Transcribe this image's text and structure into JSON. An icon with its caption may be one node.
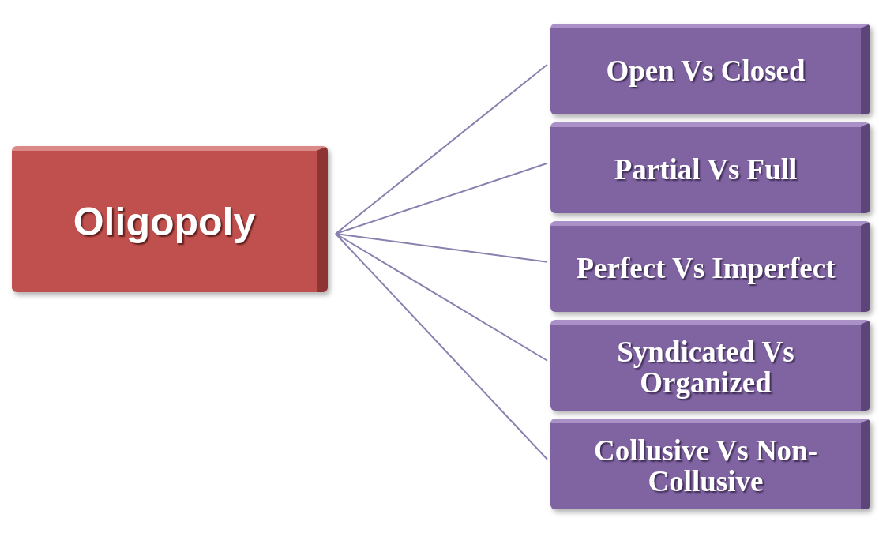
{
  "diagram": {
    "nodes": [
      {
        "text": [
          "Oligopoly"
        ]
      },
      {
        "text": [
          "Open Vs Closed"
        ]
      },
      {
        "text": [
          "Partial Vs Full"
        ]
      },
      {
        "text": [
          "Perfect Vs Imperfect"
        ]
      },
      {
        "text": [
          "Syndicated Vs Organized"
        ]
      },
      {
        "text": [
          "Collusive Vs Non-Collusive"
        ]
      }
    ],
    "edges": [
      {
        "from": 0,
        "to": 1,
        "arrow": "none"
      },
      {
        "from": 0,
        "to": 2,
        "arrow": "none"
      },
      {
        "from": 0,
        "to": 3,
        "arrow": "none"
      },
      {
        "from": 0,
        "to": 4,
        "arrow": "none"
      },
      {
        "from": 0,
        "to": 5,
        "arrow": "none"
      }
    ]
  }
}
